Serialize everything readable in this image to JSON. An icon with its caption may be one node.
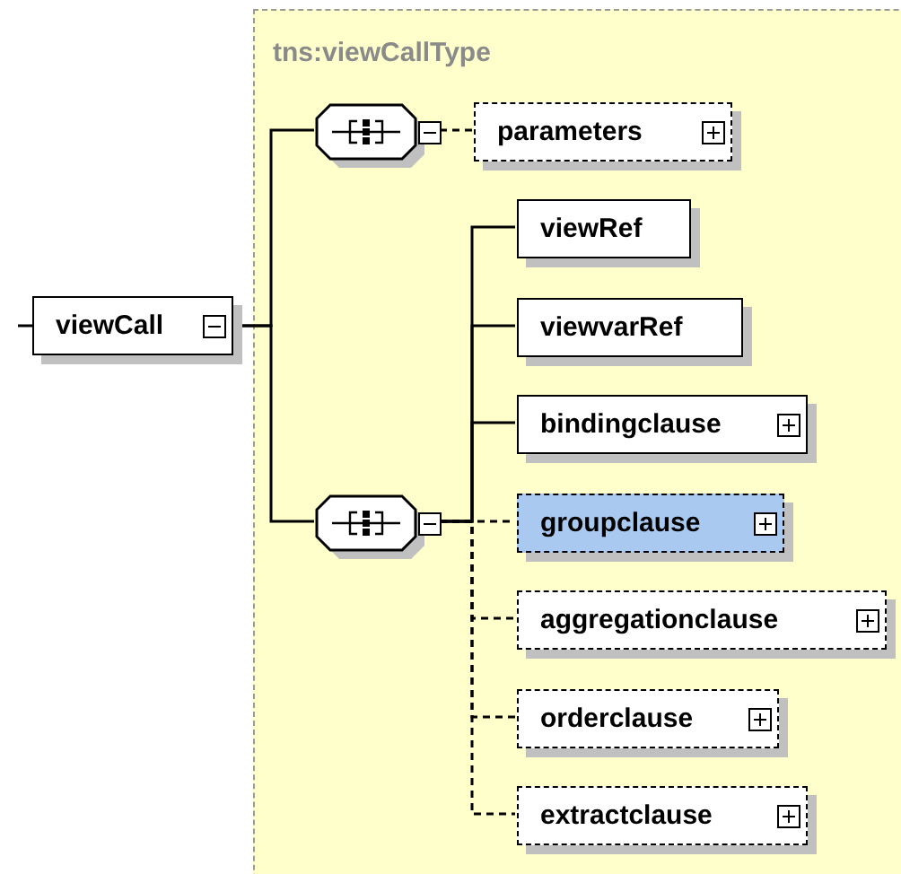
{
  "diagram": {
    "nodes": [
      {
        "text": [
          "tns:viewCallType"
        ]
      },
      {
        "text": [
          "viewCall"
        ]
      },
      {
        "text": [],
        "shape": "octagon",
        "in": 0
      },
      {
        "text": [
          "parameters"
        ],
        "in": 0
      },
      {
        "text": [],
        "shape": "octagon",
        "in": 0
      },
      {
        "text": [
          "viewRef"
        ],
        "in": 0
      },
      {
        "text": [
          "viewvarRef"
        ],
        "in": 0
      },
      {
        "text": [
          "bindingclause"
        ],
        "in": 0
      },
      {
        "text": [
          "groupclause"
        ],
        "in": 0
      },
      {
        "text": [
          "aggregationclause"
        ],
        "in": 0
      },
      {
        "text": [
          "orderclause"
        ],
        "in": 0
      },
      {
        "text": [
          "extractclause"
        ],
        "in": 0
      }
    ],
    "edges": [
      {
        "from": null,
        "to": 1,
        "arrow": "none"
      },
      {
        "from": 1,
        "to": 2,
        "arrow": "none"
      },
      {
        "from": 1,
        "to": 4,
        "arrow": "none"
      },
      {
        "from": 2,
        "to": 3,
        "arrow": "none",
        "style": "dashed"
      },
      {
        "from": 4,
        "to": 5,
        "arrow": "none"
      },
      {
        "from": 4,
        "to": 6,
        "arrow": "none"
      },
      {
        "from": 4,
        "to": 7,
        "arrow": "none"
      },
      {
        "from": 4,
        "to": 8,
        "arrow": "none",
        "style": "dashed"
      },
      {
        "from": 4,
        "to": 9,
        "arrow": "none",
        "style": "dashed"
      },
      {
        "from": 4,
        "to": 10,
        "arrow": "none",
        "style": "dashed"
      },
      {
        "from": 4,
        "to": 11,
        "arrow": "none",
        "style": "dashed"
      }
    ]
  }
}
